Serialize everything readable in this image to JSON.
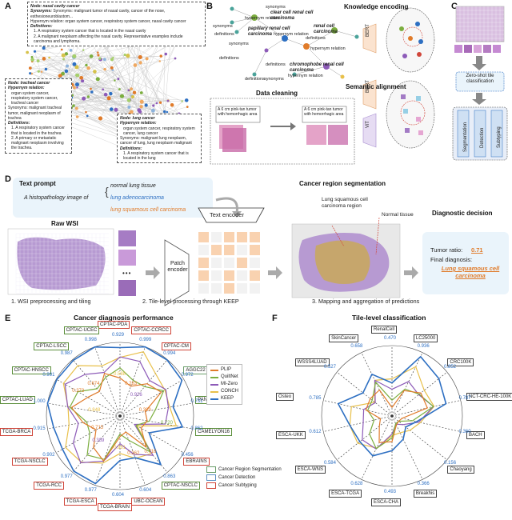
{
  "panels": {
    "A": "A",
    "B": "B",
    "C": "C",
    "D": "D",
    "E": "E",
    "F": "F"
  },
  "panel_a": {
    "box1": {
      "node": "Node: nasal cavity cancer",
      "synonyms": "Synonyms: malignant tumor of nasal cavity, cancer of the nose, esthesioneuroblastom...",
      "hypernym": "Hypernym relation: organ system cancer, respiratory system cancer, nasal cavity cancer",
      "definitions": "Definitions:",
      "def1": "1. A respiratory system cancer that is located in the nasal cavity",
      "def2": "2. A malignant neoplasm affecting the nasal cavity. Representative examples include carcinoma and lymphoma."
    },
    "box2": {
      "node": "Node: tracheal cancer",
      "hypernym": "Hypernym relation:",
      "hyp_val": "organ system cancer, respiratory system cancer, tracheal cancer",
      "synonyms": "Synonyms: malignant tracheal tumor, malignant neoplasm of trachea",
      "definitions": "Definitions:",
      "def1": "1. A respiratory system cancer that is located in the trachea",
      "def2": "2. A primary or metastatic malignant neoplasm involving the trachea."
    },
    "box3": {
      "node": "Node: lung cancer",
      "hypernym": "Hypernym relation:",
      "hyp_val": "organ system cancer, respiratory system cancer, lung cancer",
      "synonyms": "Synonyms: malignant lung neoplasm, cancer of lung, lung neoplasm malignant",
      "definitions": "Definitions:",
      "def1": "1. A respiratory system cancer that is located in the lung"
    }
  },
  "panel_b": {
    "knowledge_encoding": "Knowledge encoding",
    "data_cleaning": "Data cleaning",
    "semantic_alignment": "Semantic alignment",
    "bert1": "BERT",
    "bert2": "BERT",
    "vit": "ViT",
    "nodes": {
      "ccrcc": "clear cell renal cell carcinoma",
      "prcc": "papillary renal cell carcinoma",
      "rcc": "renal cell carcinoma",
      "chrcc": "chromophobe renal cell carcinoma"
    },
    "edge_labels": [
      "synonyms",
      "hypernym relation",
      "synonyms",
      "definitions",
      "hypernym relation",
      "definitions",
      "synonyms",
      "definitions",
      "hypernym relation",
      "definitions",
      "hypernym relation",
      "synonyms",
      "definitions"
    ],
    "caption1": "A 6 cm pink-tan tumor with hemorrhagic area",
    "caption2": "A 6 cm pink-tan tumor with hemorrhagic area"
  },
  "panel_c": {
    "zero_shot": "Zero-shot tile classification",
    "segmentation": "Segmentation",
    "detection": "Detection",
    "subtyping": "Subtyping"
  },
  "panel_d": {
    "text_prompt_title": "Text prompt",
    "prompt_prefix": "A histopathology image of",
    "option1": "normal lung tissue",
    "option2": "lung adenocarcinoma",
    "option3": "lung squamous cell carcinoma",
    "raw_wsi": "Raw WSI",
    "dots": "•••",
    "patch_encoder": "Patch encoder",
    "text_encoder": "Text encoder",
    "cancer_region_seg": "Cancer region segmentation",
    "lscc_region": "Lung squamous cell carcinoma region",
    "normal_tissue": "Normal tissue",
    "diagnostic_decision": "Diagnostic decision",
    "tumor_ratio_label": "Tumor ratio:",
    "tumor_ratio_value": "0.71",
    "final_diagnosis_label": "Final diagnosis:",
    "final_diagnosis_value": "Lung squamous cell carcinoma",
    "step1": "1. WSI preprocessing and tiling",
    "step2": "2. Tile-level processing through KEEP",
    "step3": "3. Mapping and aggregation of predictions"
  },
  "panel_e": {
    "title": "Cancer diagnosis performance",
    "axes": [
      {
        "label": "CPTAC-PDA",
        "group": "sub",
        "value": "0.929"
      },
      {
        "label": "CPTAC-CCRCC",
        "group": "sub",
        "value": "0.999"
      },
      {
        "label": "CPTAC-CM",
        "group": "sub",
        "value": "0.994"
      },
      {
        "label": "AGGC22",
        "group": "seg",
        "value": "0.972"
      },
      {
        "label": "PANDA",
        "group": "det",
        "value": "0.731"
      },
      {
        "label": "CAMELYON16",
        "group": "det",
        "value": "0.862"
      },
      {
        "label": "EBRAINS",
        "group": "sub",
        "value": "0.456"
      },
      {
        "label": "CPTAC-NSCLC",
        "group": "det",
        "value": "0.863"
      },
      {
        "label": "UBC-OCEAN",
        "group": "sub",
        "value": "0.604"
      },
      {
        "label": "TCGA-BRAIN",
        "group": "sub",
        "value": "0.604"
      },
      {
        "label": "TCGA-ESCA",
        "group": "sub",
        "value": "0.977"
      },
      {
        "label": "TCGA-RCC",
        "group": "sub",
        "value": "0.977"
      },
      {
        "label": "TCGA-NSCLC",
        "group": "sub",
        "value": "0.902"
      },
      {
        "label": "TCGA-BRCA",
        "group": "sub",
        "value": "0.915"
      },
      {
        "label": "CPTAC-LUAD",
        "group": "det",
        "value": "1.000"
      },
      {
        "label": "CPTAC-HNSCC",
        "group": "det",
        "value": "0.991"
      },
      {
        "label": "CPTAC-LSCC",
        "group": "det",
        "value": "0.987"
      },
      {
        "label": "CPTAC-UCEC",
        "group": "det",
        "value": "0.998"
      }
    ],
    "inner_values": [
      "0.926",
      "0.981",
      "0.674",
      "0.720",
      "0.715",
      "0.283",
      "0.262",
      "0.373",
      "0.389",
      "0.389",
      "0.588",
      "0.716",
      "0.848"
    ],
    "legend_models": [
      {
        "name": "PLIP",
        "color": "#e07b2a"
      },
      {
        "name": "QuiltNet",
        "color": "#7cae3f"
      },
      {
        "name": "MI-Zero",
        "color": "#8d5bb8"
      },
      {
        "name": "CONCH",
        "color": "#e8c04a"
      },
      {
        "name": "KEEP",
        "color": "#2d6fc2"
      }
    ],
    "legend_tasks": [
      {
        "name": "Cancer Region Segmentation",
        "color": "#6a9e6a"
      },
      {
        "name": "Cancer Detection",
        "color": "#5b8fc2"
      },
      {
        "name": "Cancer Subtyping",
        "color": "#d0463a"
      }
    ]
  },
  "panel_f": {
    "title": "Tile-level classification",
    "axes": [
      {
        "label": "RenalCell",
        "value": "0.470"
      },
      {
        "label": "LC25000",
        "value": "0.936"
      },
      {
        "label": "CRC100K",
        "value": "0.852"
      },
      {
        "label": "NCT-CRC-HE-100K",
        "value": "0.787"
      },
      {
        "label": "BACH",
        "value": "0.360"
      },
      {
        "label": "Chaoyang",
        "value": "0.156"
      },
      {
        "label": "Breakhis",
        "value": "0.366"
      },
      {
        "label": "ESCA-CHA",
        "value": "0.493"
      },
      {
        "label": "ESCA-TCGA",
        "value": "0.628"
      },
      {
        "label": "ESCA-WNS",
        "value": "0.584"
      },
      {
        "label": "ESCA-UKK",
        "value": "0.612"
      },
      {
        "label": "Osteo",
        "value": "0.785"
      },
      {
        "label": "WSSS4LUAD",
        "value": "0.527"
      },
      {
        "label": "SkinCancer",
        "value": "0.658"
      }
    ]
  },
  "colors": {
    "keep": "#2d6fc2",
    "plip": "#e07b2a",
    "quiltnet": "#7cae3f",
    "mizero": "#8d5bb8",
    "conch": "#e8c04a",
    "light_blue_panel": "#eaf4fb",
    "accent_orange": "#e07b2a"
  }
}
